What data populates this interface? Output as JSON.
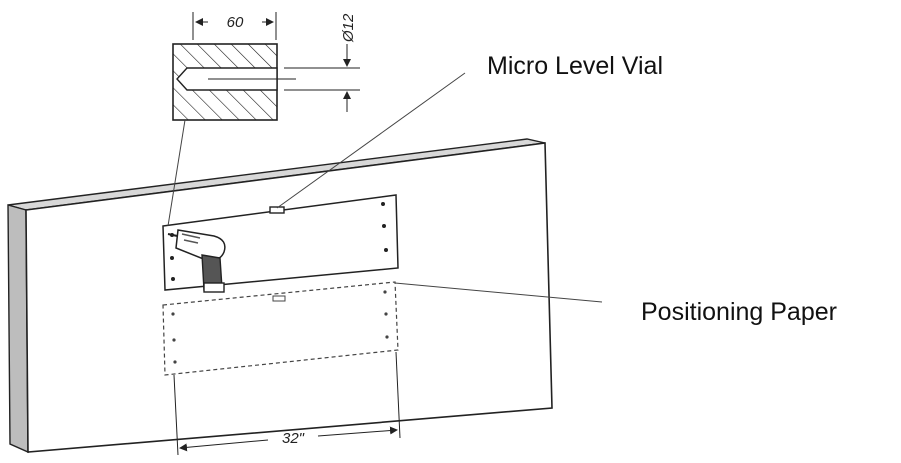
{
  "dimensions": {
    "depth": "60",
    "diameter": "Ø12",
    "spacing": "32\""
  },
  "callouts": {
    "micro_level_vial": "Micro Level Vial",
    "positioning_paper": "Positioning Paper"
  },
  "colors": {
    "line": "#222222",
    "board_side": "#bdbdbd",
    "board_top": "#d8d8d8",
    "drill_body": "#555555"
  }
}
